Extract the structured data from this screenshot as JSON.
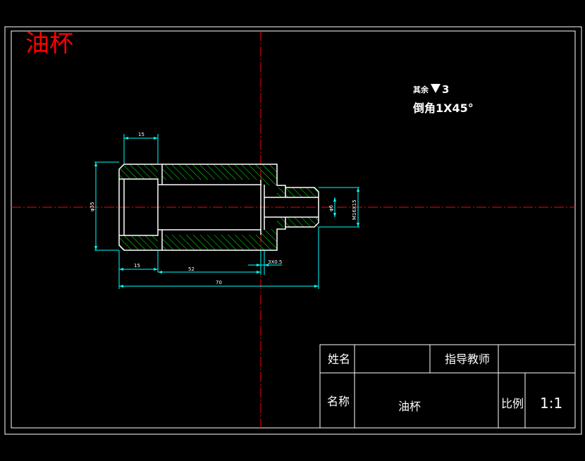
{
  "drawing": {
    "title_stamp": "油杯",
    "notes": {
      "roughness_prefix": "其余",
      "roughness_value": "3",
      "chamfer": "倒角1X45°"
    },
    "dimensions": {
      "top_width": "15",
      "left_diameter": "φ35",
      "inner_diameter": "φ6",
      "thread": "M16X15",
      "bottom_left": "15",
      "bottom_mid": "52",
      "groove": "3X0.5",
      "overall": "70"
    }
  },
  "title_block": {
    "name_label": "姓名",
    "name_value": "",
    "instructor_label": "指导教师",
    "instructor_value": "",
    "part_label": "名称",
    "part_value": "油杯",
    "scale_label": "比例",
    "scale_value": "1:1"
  },
  "colors": {
    "background": "#000000",
    "border": "#ffffff",
    "centerline": "#ff0000",
    "outline": "#ffffff",
    "hatch": "#00ff00",
    "dimension": "#00ffff",
    "stamp": "#ff0000"
  }
}
